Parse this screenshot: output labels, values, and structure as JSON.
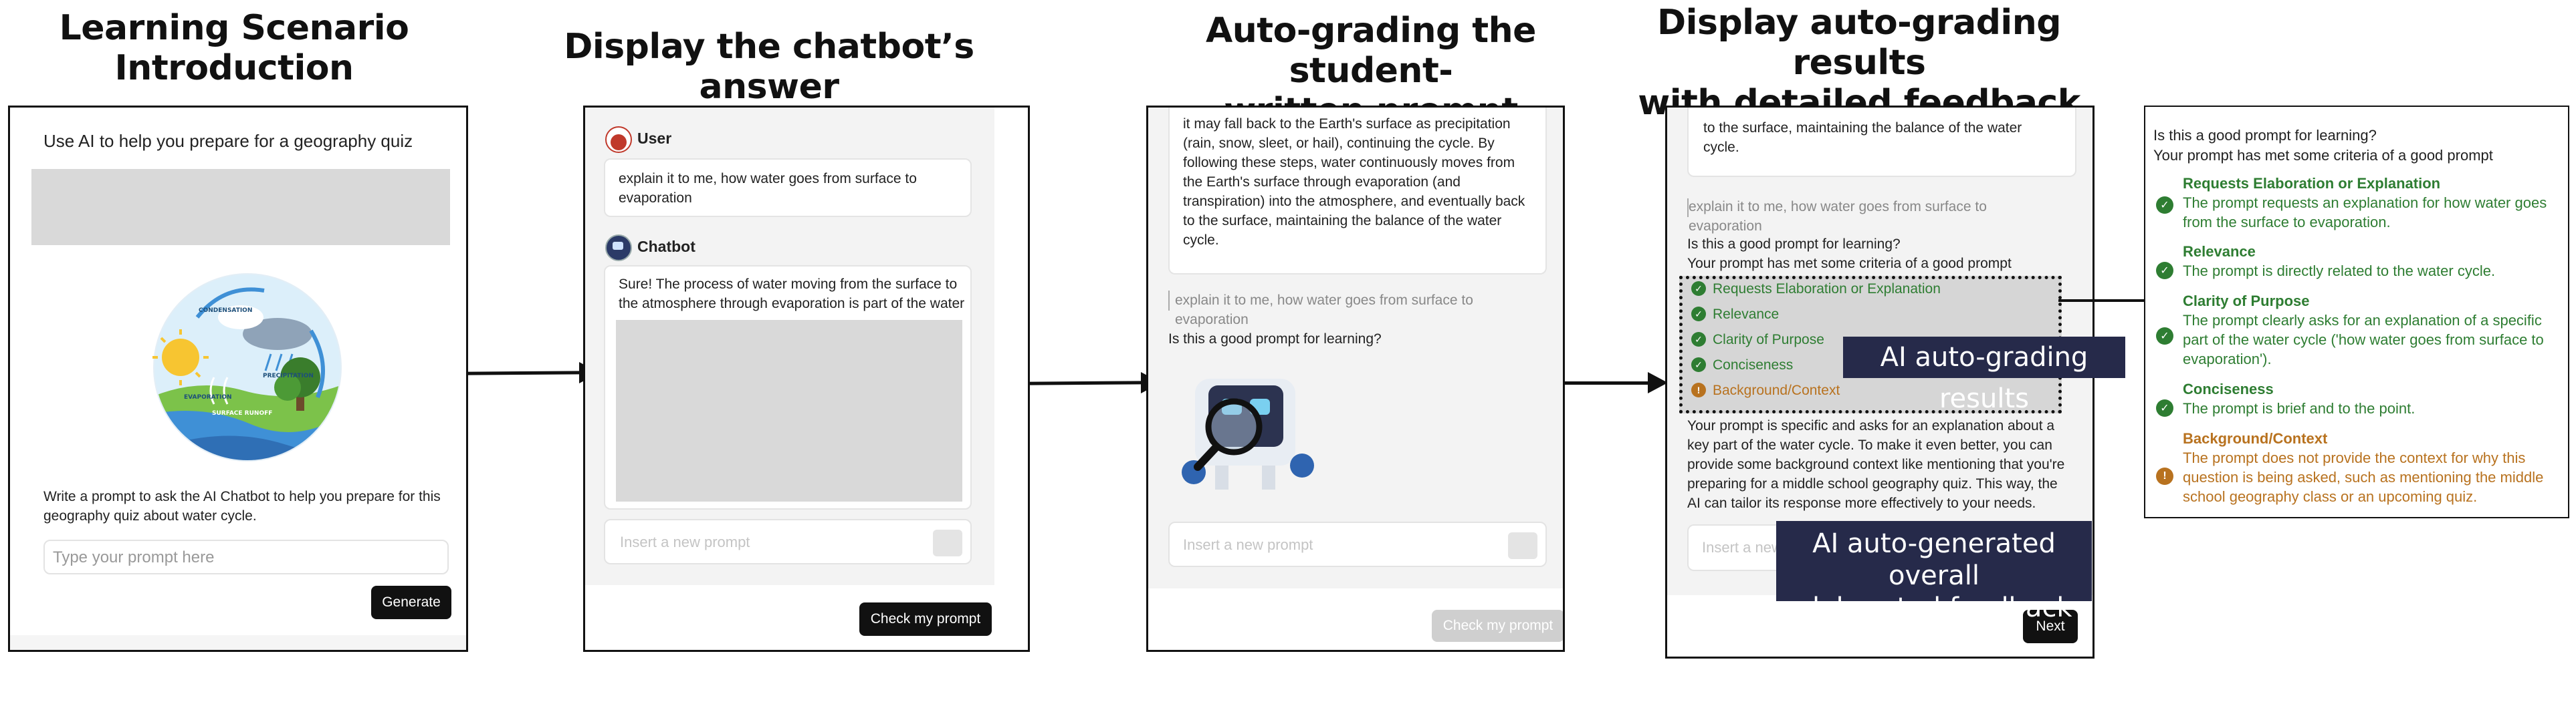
{
  "headings": {
    "h1": [
      "Learning Scenario",
      "Introduction"
    ],
    "h2": [
      "Display the chatbot’s answer"
    ],
    "h3": [
      "Auto-grading the student-",
      "written prompt"
    ],
    "h4": [
      "Display auto-grading results",
      "with detailed feedback"
    ]
  },
  "panel1": {
    "title": "Use AI to help you prepare for a geography quiz",
    "illustration_labels": [
      "CONDENSATION",
      "PRECIPITATION",
      "EVAPORATION",
      "SURFACE RUNOFF"
    ],
    "instructions": [
      "Write a prompt to ask the AI Chatbot to help you prepare for this",
      "geography quiz about water cycle."
    ],
    "input_placeholder": "Type your prompt here",
    "button": "Generate"
  },
  "panel2": {
    "user_label": "User",
    "user_msg": [
      "explain it to me, how water goes from surface to",
      "evaporation"
    ],
    "bot_label": "Chatbot",
    "bot_msg": [
      "Sure! The process of water moving from the surface to",
      "the atmosphere through evaporation is part of the water"
    ],
    "input_placeholder": "Insert a new prompt",
    "button": "Check my prompt"
  },
  "panel3": {
    "bot_msg": [
      "it may fall back to the Earth's surface as precipitation",
      "(rain, snow, sleet, or hail), continuing the cycle. By",
      "following these steps, water continuously moves from",
      "the Earth's surface through evaporation (and",
      "transpiration) into the atmosphere, and eventually back",
      "to the surface, maintaining the balance of the water",
      "cycle."
    ],
    "quote": [
      "explain it to me, how water goes from surface to",
      "evaporation"
    ],
    "question": "Is this a good prompt for learning?",
    "input_placeholder": "Insert a new prompt",
    "button": "Check my prompt"
  },
  "panel4": {
    "bot_msg": [
      "to the surface, maintaining the balance of the water",
      "cycle."
    ],
    "quote": [
      "explain it to me, how water goes from surface to",
      "evaporation"
    ],
    "question": "Is this a good prompt for learning?",
    "summary": "Your prompt has met some criteria of a good prompt",
    "criteria": [
      {
        "label": "Requests Elaboration or Explanation",
        "status": "met"
      },
      {
        "label": "Relevance",
        "status": "met"
      },
      {
        "label": "Clarity of Purpose",
        "status": "met"
      },
      {
        "label": "Conciseness",
        "status": "met"
      },
      {
        "label": "Background/Context",
        "status": "unmet"
      }
    ],
    "feedback": [
      "Your prompt is specific and asks for an explanation about a",
      "key part of the water cycle. To make it even better, you can",
      "provide some background context like mentioning that you're",
      "preparing for a middle school geography quiz. This way, the",
      "AI can tailor its response more effectively to your needs."
    ],
    "input_placeholder": "Insert a new",
    "button": "Next",
    "overlay_grading": "AI auto-grading results",
    "overlay_feedback": [
      "AI auto-generated overall",
      "elaborated feedback"
    ]
  },
  "panel5": {
    "question": "Is this a good prompt for learning?",
    "summary": "Your prompt has met some criteria of a good prompt",
    "criteria": [
      {
        "title": "Requests Elaboration or Explanation",
        "desc": [
          "The prompt requests an explanation for how water goes",
          "from the surface to evaporation."
        ],
        "status": "met"
      },
      {
        "title": "Relevance",
        "desc": [
          "The prompt is directly related to the water cycle."
        ],
        "status": "met"
      },
      {
        "title": "Clarity of Purpose",
        "desc": [
          "The prompt clearly asks for an explanation of a specific",
          "part of the water cycle ('how water goes from surface to",
          "evaporation')."
        ],
        "status": "met"
      },
      {
        "title": "Conciseness",
        "desc": [
          "The prompt is brief and to the point."
        ],
        "status": "met"
      },
      {
        "title": "Background/Context",
        "desc": [
          "The prompt does not provide the context for why this",
          "question is being asked, such as mentioning the middle",
          "school geography class or an upcoming quiz."
        ],
        "status": "unmet"
      }
    ]
  },
  "colors": {
    "met": "#2e7d32",
    "unmet": "#b8721f",
    "overlay": "#262a4a"
  },
  "icons": {
    "met": "check-circle-icon",
    "unmet": "exclamation-circle-icon"
  }
}
